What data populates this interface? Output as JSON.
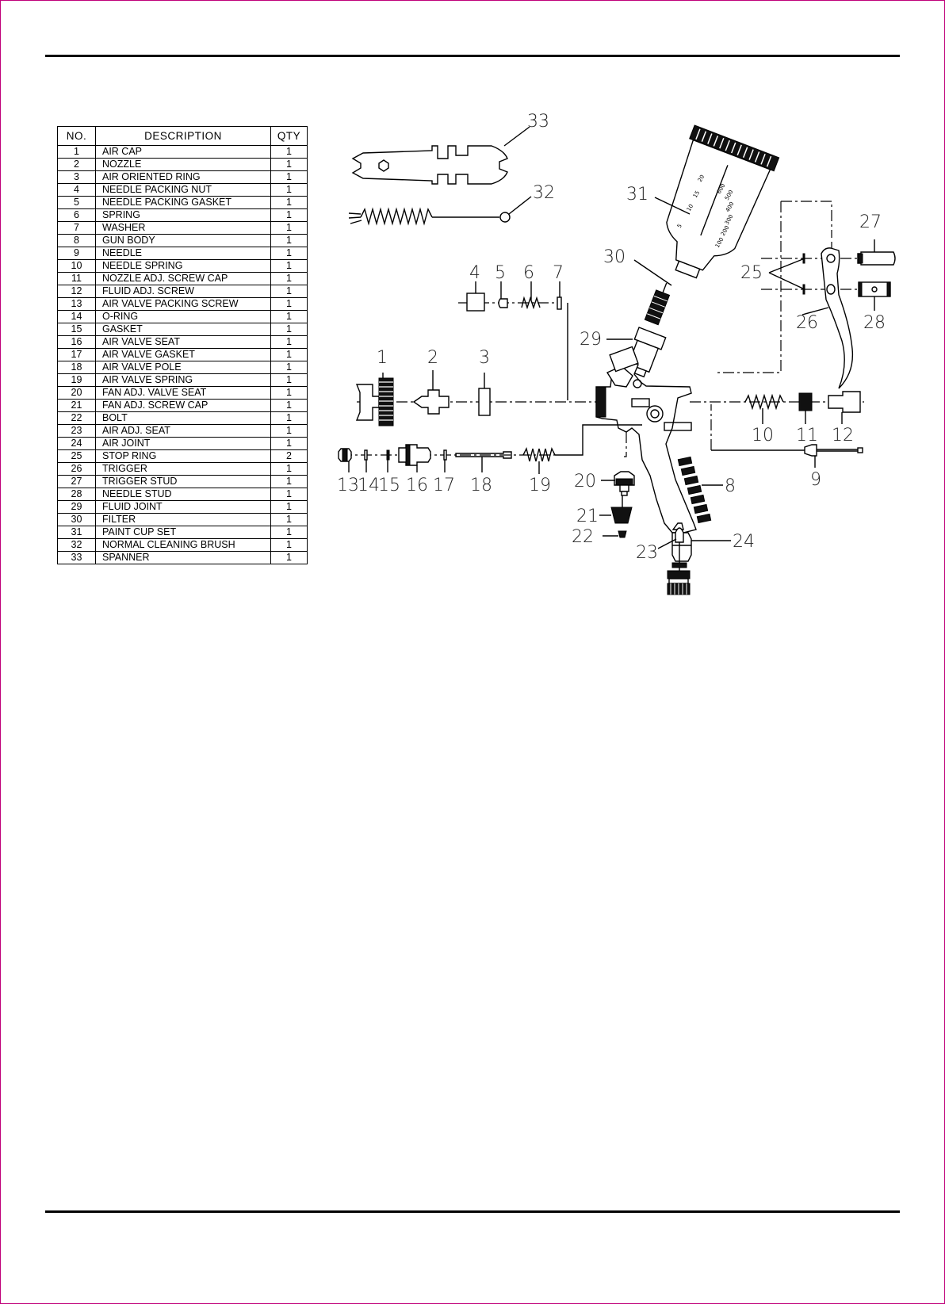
{
  "parts_table": {
    "headers": {
      "no": "NO.",
      "description": "DESCRIPTION",
      "qty": "QTY"
    },
    "rows": [
      {
        "no": "1",
        "description": "AIR CAP",
        "qty": "1"
      },
      {
        "no": "2",
        "description": "NOZZLE",
        "qty": "1"
      },
      {
        "no": "3",
        "description": "AIR ORIENTED RING",
        "qty": "1"
      },
      {
        "no": "4",
        "description": "NEEDLE PACKING NUT",
        "qty": "1"
      },
      {
        "no": "5",
        "description": "NEEDLE PACKING GASKET",
        "qty": "1"
      },
      {
        "no": "6",
        "description": "SPRING",
        "qty": "1"
      },
      {
        "no": "7",
        "description": "WASHER",
        "qty": "1"
      },
      {
        "no": "8",
        "description": "GUN BODY",
        "qty": "1"
      },
      {
        "no": "9",
        "description": "NEEDLE",
        "qty": "1"
      },
      {
        "no": "10",
        "description": "NEEDLE SPRING",
        "qty": "1"
      },
      {
        "no": "11",
        "description": "NOZZLE ADJ. SCREW CAP",
        "qty": "1"
      },
      {
        "no": "12",
        "description": "FLUID ADJ. SCREW",
        "qty": "1"
      },
      {
        "no": "13",
        "description": "AIR VALVE PACKING SCREW",
        "qty": "1"
      },
      {
        "no": "14",
        "description": "O-RING",
        "qty": "1"
      },
      {
        "no": "15",
        "description": "GASKET",
        "qty": "1"
      },
      {
        "no": "16",
        "description": "AIR VALVE SEAT",
        "qty": "1"
      },
      {
        "no": "17",
        "description": "AIR VALVE GASKET",
        "qty": "1"
      },
      {
        "no": "18",
        "description": "AIR VALVE POLE",
        "qty": "1"
      },
      {
        "no": "19",
        "description": "AIR VALVE SPRING",
        "qty": "1"
      },
      {
        "no": "20",
        "description": "FAN ADJ. VALVE SEAT",
        "qty": "1"
      },
      {
        "no": "21",
        "description": "FAN ADJ. SCREW CAP",
        "qty": "1"
      },
      {
        "no": "22",
        "description": "BOLT",
        "qty": "1"
      },
      {
        "no": "23",
        "description": "AIR ADJ. SEAT",
        "qty": "1"
      },
      {
        "no": "24",
        "description": "AIR JOINT",
        "qty": "1"
      },
      {
        "no": "25",
        "description": "STOP RING",
        "qty": "2"
      },
      {
        "no": "26",
        "description": "TRIGGER",
        "qty": "1"
      },
      {
        "no": "27",
        "description": "TRIGGER STUD",
        "qty": "1"
      },
      {
        "no": "28",
        "description": "NEEDLE STUD",
        "qty": "1"
      },
      {
        "no": "29",
        "description": "FLUID JOINT",
        "qty": "1"
      },
      {
        "no": "30",
        "description": "FILTER",
        "qty": "1"
      },
      {
        "no": "31",
        "description": "PAINT CUP SET",
        "qty": "1"
      },
      {
        "no": "32",
        "description": "NORMAL CLEANING BRUSH",
        "qty": "1"
      },
      {
        "no": "33",
        "description": "SPANNER",
        "qty": "1"
      }
    ]
  },
  "diagram": {
    "callouts": [
      "1",
      "2",
      "3",
      "4",
      "5",
      "6",
      "7",
      "8",
      "9",
      "10",
      "11",
      "12",
      "13",
      "14",
      "15",
      "16",
      "17",
      "18",
      "19",
      "20",
      "21",
      "22",
      "23",
      "24",
      "25",
      "26",
      "27",
      "28",
      "29",
      "30",
      "31",
      "32",
      "33"
    ],
    "cup_scale_left": [
      "20",
      "15",
      "10",
      "5"
    ],
    "cup_scale_right": [
      "600",
      "500",
      "400",
      "300",
      "200",
      "100"
    ]
  }
}
